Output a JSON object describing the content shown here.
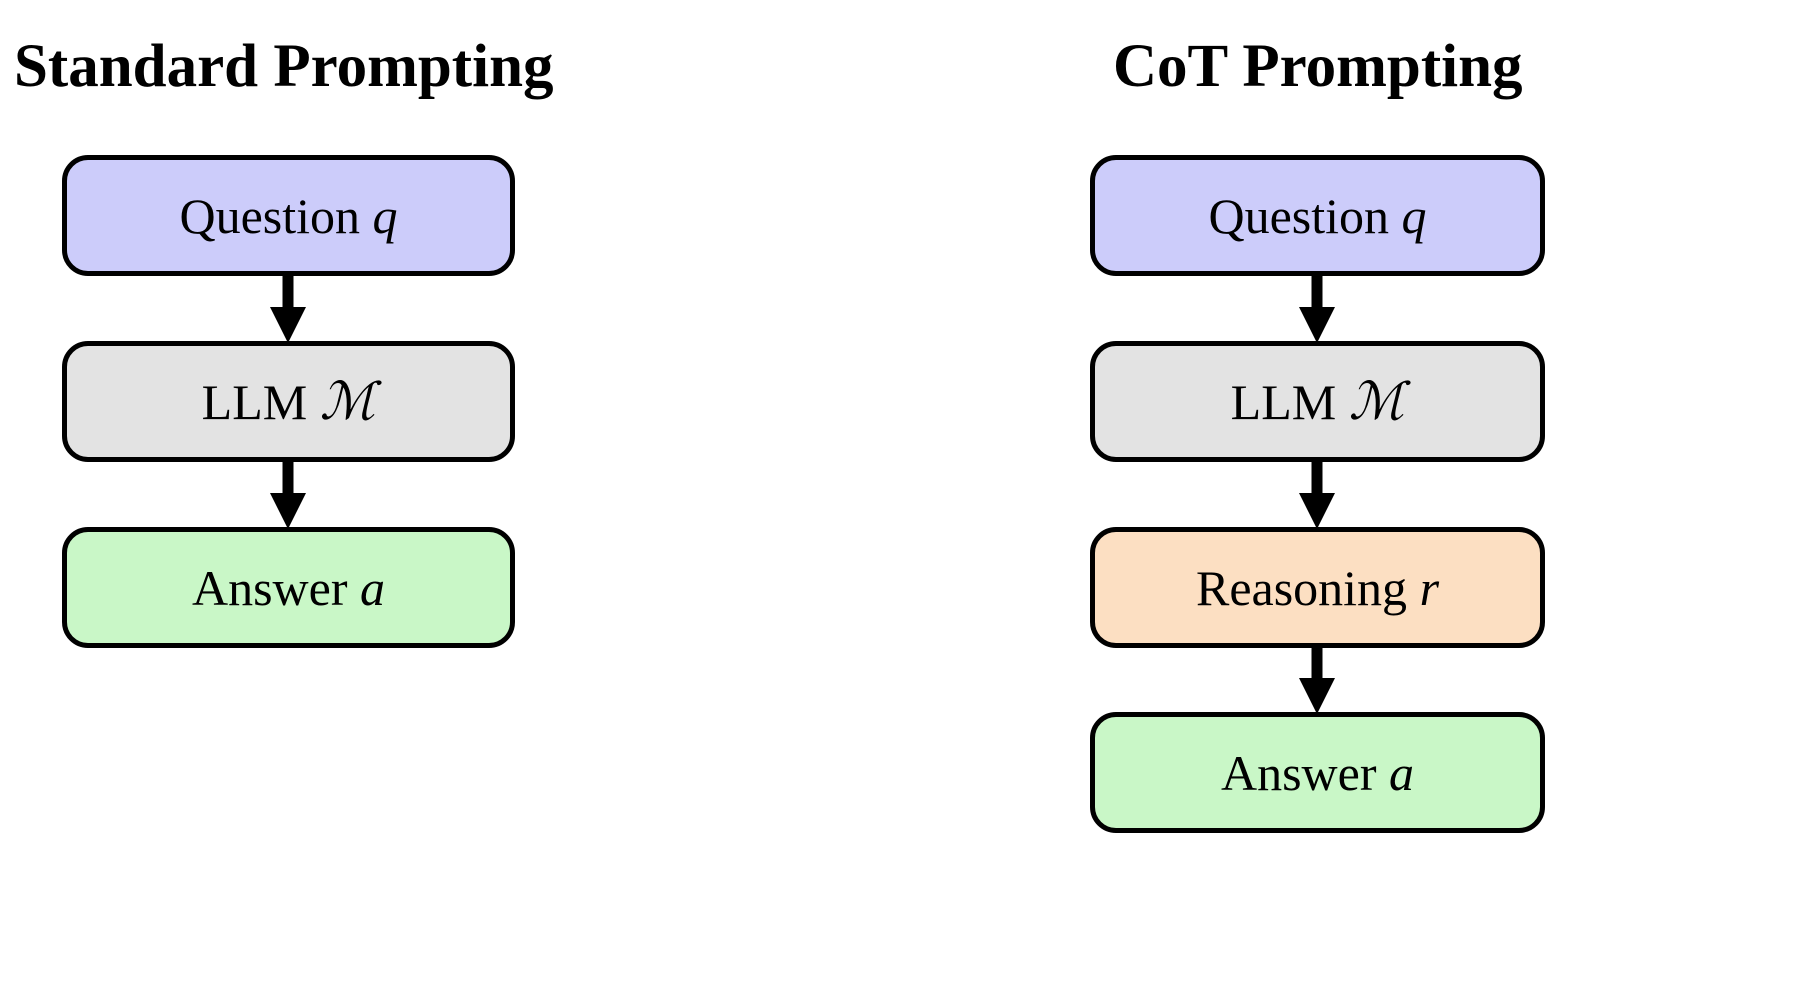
{
  "figure": {
    "kind": "flow-diagram",
    "background_color": "#ffffff",
    "border_color": "#000000"
  },
  "columns": [
    {
      "id": "standard",
      "title": "Standard Prompting",
      "nodes": [
        {
          "id": "std-question",
          "label_text": "Question",
          "label_var": "q",
          "fill_color": "#ccccfa",
          "role": "input"
        },
        {
          "id": "std-llm",
          "label_text": "LLM",
          "label_var": "ℳ",
          "fill_color": "#e3e3e3",
          "role": "model"
        },
        {
          "id": "std-answer",
          "label_text": "Answer",
          "label_var": "a",
          "fill_color": "#c9f7c7",
          "role": "output"
        }
      ],
      "arrows": [
        {
          "id": "std-arrow-1",
          "from": "std-question",
          "to": "std-llm",
          "direction": "down"
        },
        {
          "id": "std-arrow-2",
          "from": "std-llm",
          "to": "std-answer",
          "direction": "down"
        }
      ]
    },
    {
      "id": "cot",
      "title": "CoT Prompting",
      "nodes": [
        {
          "id": "cot-question",
          "label_text": "Question",
          "label_var": "q",
          "fill_color": "#ccccfa",
          "role": "input"
        },
        {
          "id": "cot-llm",
          "label_text": "LLM",
          "label_var": "ℳ",
          "fill_color": "#e3e3e3",
          "role": "model"
        },
        {
          "id": "cot-reasoning",
          "label_text": "Reasoning",
          "label_var": "r",
          "fill_color": "#fcdfc2",
          "role": "intermediate"
        },
        {
          "id": "cot-answer",
          "label_text": "Answer",
          "label_var": "a",
          "fill_color": "#c9f7c7",
          "role": "output"
        }
      ],
      "arrows": [
        {
          "id": "cot-arrow-1",
          "from": "cot-question",
          "to": "cot-llm",
          "direction": "down"
        },
        {
          "id": "cot-arrow-2",
          "from": "cot-llm",
          "to": "cot-reasoning",
          "direction": "down"
        },
        {
          "id": "cot-arrow-3",
          "from": "cot-reasoning",
          "to": "cot-answer",
          "direction": "down"
        }
      ]
    }
  ]
}
